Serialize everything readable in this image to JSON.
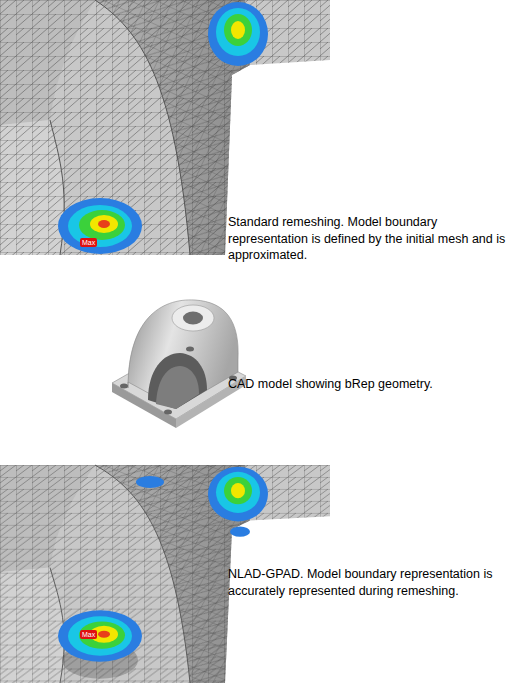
{
  "diagram": {
    "labels": [
      "Standard remeshing. Model boundary representation is defined by the initial mesh and is approximated.",
      "Max",
      "CAD model showing bRep geometry.",
      "NLAD-GPAD. Model boundary representation is accurately represented during remeshing.",
      "Max"
    ]
  }
}
